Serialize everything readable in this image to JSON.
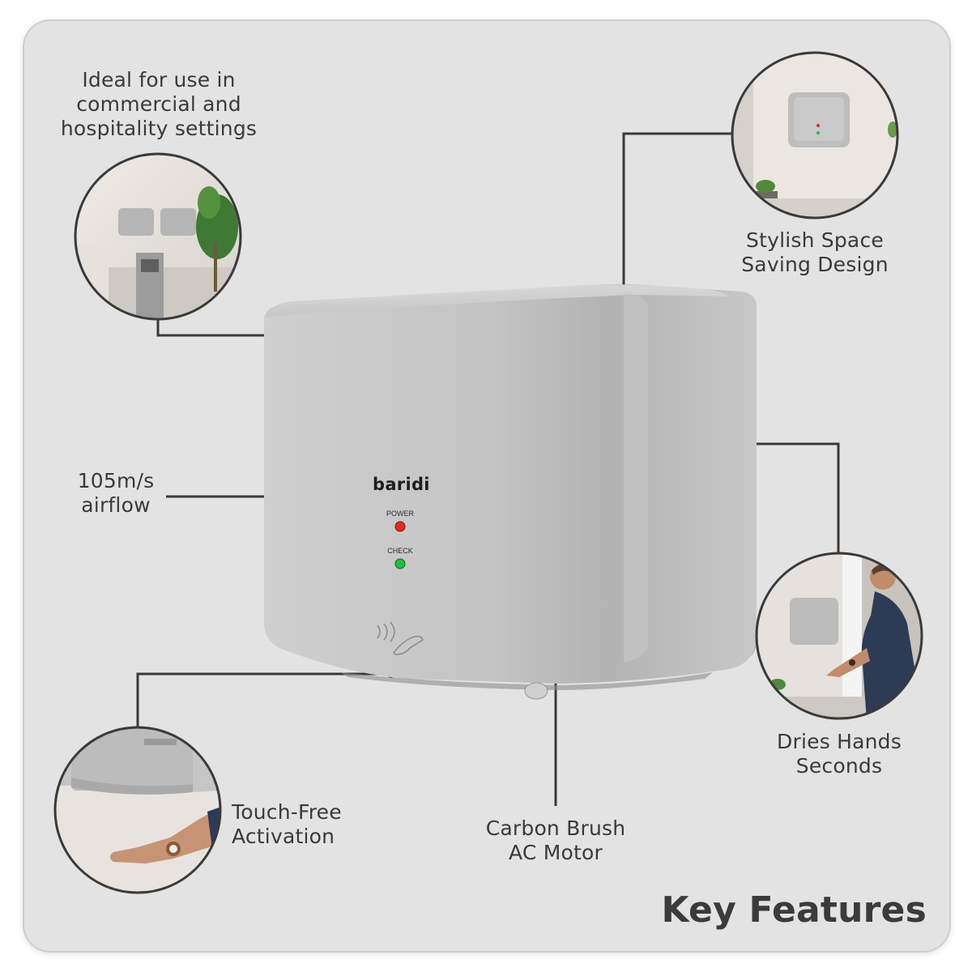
{
  "panel_title": "Key Features",
  "brand": "baridi",
  "product_indicators": {
    "power_label": "POWER",
    "check_label": "CHECK",
    "power_color": "#e32b22",
    "check_color": "#1fbf3a"
  },
  "features": [
    {
      "id": "commercial",
      "lines": [
        "Ideal for use in",
        "commercial and",
        "hospitality settings"
      ]
    },
    {
      "id": "space",
      "lines": [
        "Stylish Space",
        "Saving Design"
      ]
    },
    {
      "id": "airflow",
      "lines": [
        "105m/s",
        "airflow"
      ]
    },
    {
      "id": "dries",
      "lines": [
        "Dries Hands",
        "Seconds"
      ]
    },
    {
      "id": "touchfree",
      "lines": [
        "Touch-Free",
        "Activation"
      ]
    },
    {
      "id": "motor",
      "lines": [
        "Carbon Brush",
        "AC Motor"
      ]
    }
  ],
  "colors": {
    "background": "#e3e3e3",
    "connector": "#3a3a3a",
    "dryer_body": "#bdbdbd",
    "circle_border": "#3a3a3a"
  }
}
